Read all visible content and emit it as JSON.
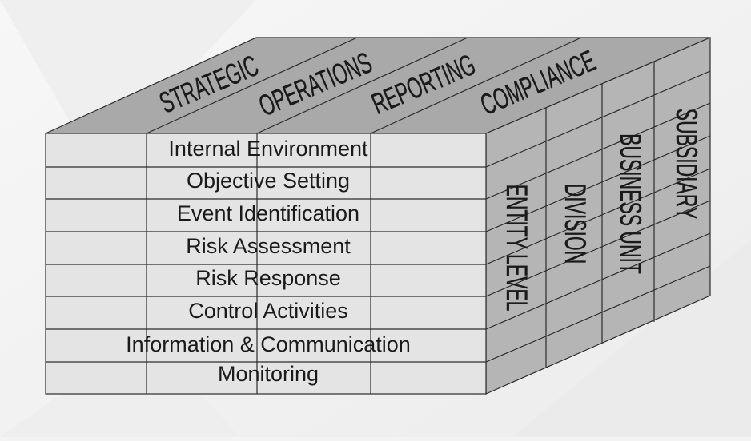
{
  "cube": {
    "top_labels": [
      "STRATEGIC",
      "OPERATIONS",
      "REPORTING",
      "COMPLIANCE"
    ],
    "front_rows": [
      "Internal Environment",
      "Objective Setting",
      "Event Identification",
      "Risk Assessment",
      "Risk Response",
      "Control Activities",
      "Information & Communication",
      "Monitoring"
    ],
    "side_labels": [
      "ENTITY LEVEL",
      "DIVISION",
      "BUSINESS UNIT",
      "SUBSIDIARY"
    ]
  },
  "colors": {
    "background": "#f3f3f3",
    "front_face": "#e4e4e4",
    "top_face": "#a9a9a9",
    "side_face": "#b5b5b5",
    "line": "#2c2c2c",
    "text": "#1a1a1a"
  }
}
